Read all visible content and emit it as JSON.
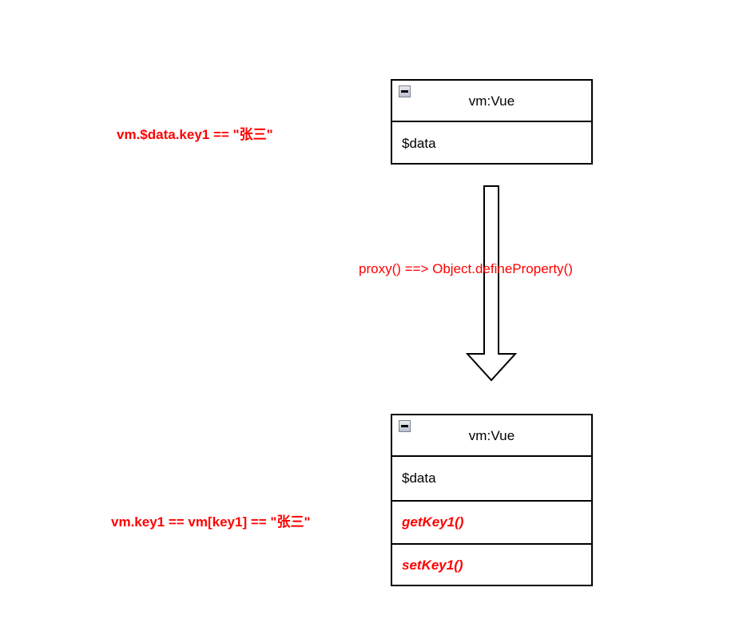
{
  "diagram": {
    "type": "uml-class-transformation",
    "background_color": "#ffffff",
    "accent_color": "#ff0000",
    "line_color": "#000000",
    "top_class": {
      "title": "vm:Vue",
      "collapse_icon": "minus-square-icon",
      "rows": [
        {
          "text": "$data",
          "style": "plain"
        }
      ]
    },
    "bottom_class": {
      "title": "vm:Vue",
      "collapse_icon": "minus-square-icon",
      "rows": [
        {
          "text": "$data",
          "style": "plain"
        },
        {
          "text": "getKey1()",
          "style": "method"
        },
        {
          "text": "setKey1()",
          "style": "method"
        }
      ]
    },
    "arrow": {
      "name": "down-block-arrow",
      "direction": "down",
      "fill": "#ffffff",
      "stroke": "#000000"
    },
    "annotations": [
      {
        "id": "top-left-note",
        "text": "vm.$data.key1 == \"张三\"",
        "color": "#ff0000",
        "bold": true
      },
      {
        "id": "arrow-note",
        "text": "proxy() ==> Object.defineProperty()",
        "color": "#ff0000",
        "bold": false
      },
      {
        "id": "bottom-left-note",
        "text": "vm.key1 == vm[key1] == \"张三\"",
        "color": "#ff0000",
        "bold": true
      }
    ]
  }
}
